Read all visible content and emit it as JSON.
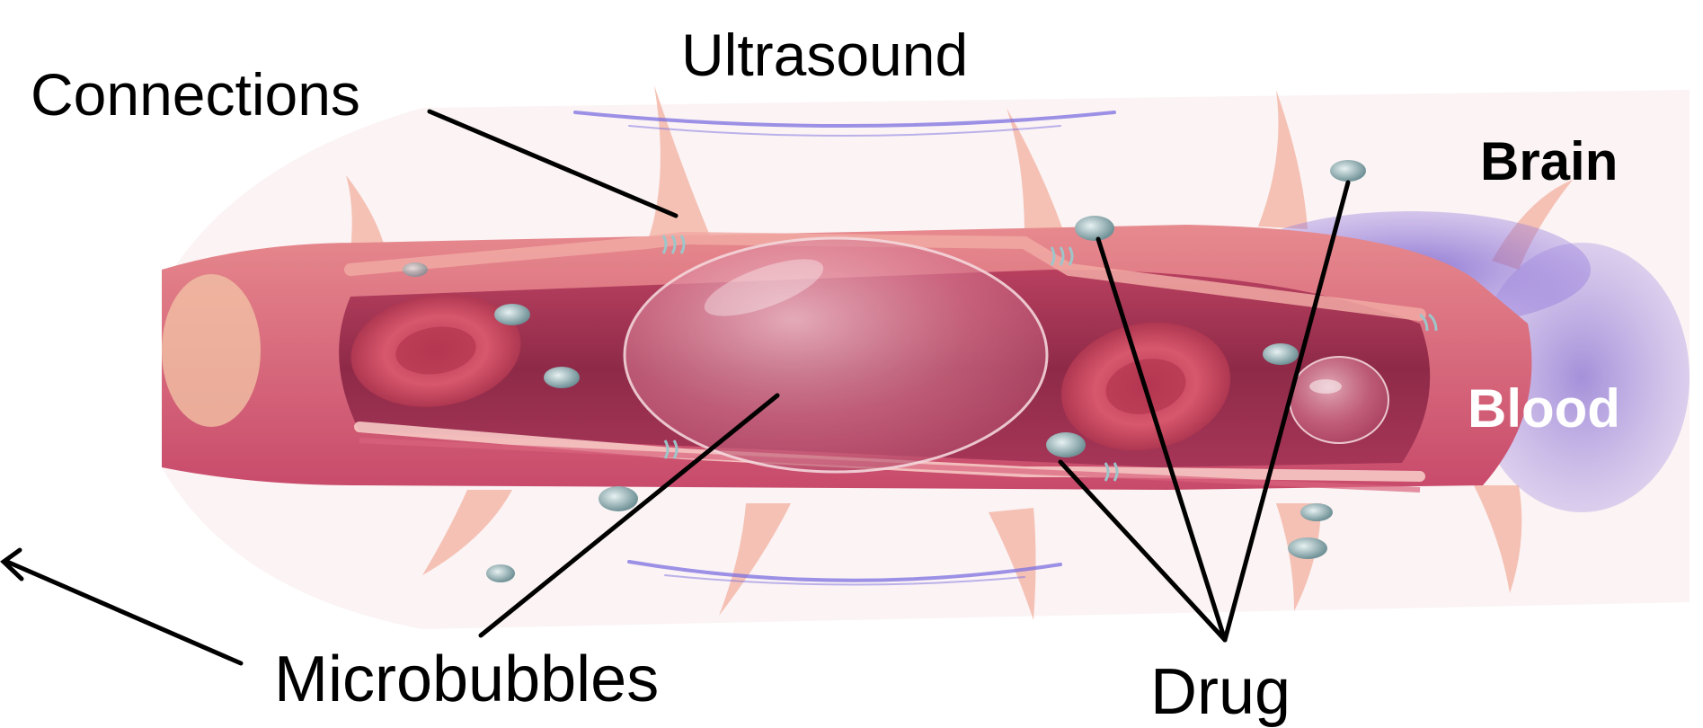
{
  "labels": {
    "ultrasound": "Ultrasound",
    "connections": "Connections",
    "brain": "Brain",
    "blood": "Blood",
    "microbubbles": "Microbubbles",
    "drug": "Drug"
  },
  "colors": {
    "vessel_wall": "#c84a6b",
    "vessel_lumen": "#8e2a48",
    "tissue_pink": "#f2a7a0",
    "ultrasound_wave": "#7b6fe0",
    "brain_tissue": "#7a5ad0",
    "drug_particle": "#8fb0b4",
    "leader_line": "#000000"
  }
}
